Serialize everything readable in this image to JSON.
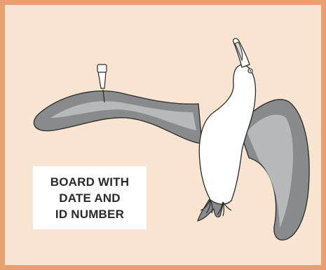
{
  "label": {
    "lines": [
      "BOARD WITH",
      "DATE AND",
      "ID NUMBER"
    ]
  },
  "colors": {
    "border": "#e8a070",
    "background": "#f9e4d2",
    "wing_dark": "#888a8c",
    "wing_light": "#b6b8ba",
    "bird_body": "#ffffff",
    "outline": "#2a2a2a"
  },
  "icons": {
    "pin": "pin-icon",
    "bird": "seabird-specimen-icon"
  }
}
